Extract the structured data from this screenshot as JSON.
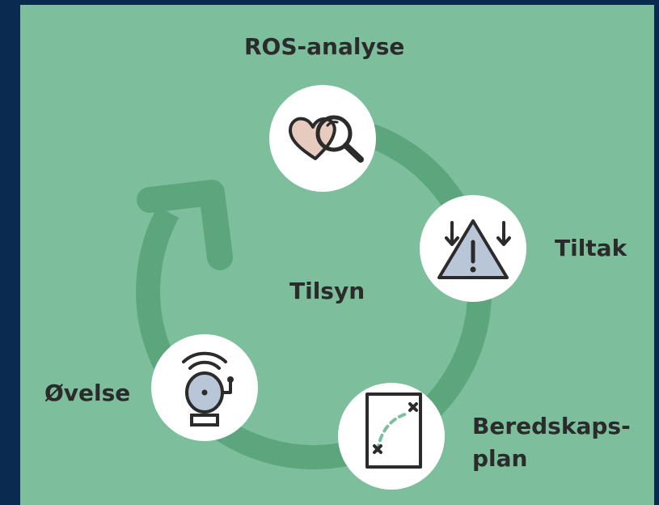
{
  "diagram": {
    "center_label": "Tilsyn",
    "steps": [
      {
        "label": "ROS-analyse",
        "icon": "heart-magnifier-icon"
      },
      {
        "label": "Tiltak",
        "icon": "warning-triangle-arrows-icon"
      },
      {
        "label_line1": "Beredskaps-",
        "label_line2": "plan",
        "icon": "plan-map-icon"
      },
      {
        "label": "Øvelse",
        "icon": "alarm-bell-icon"
      }
    ],
    "colors": {
      "background": "#0b2a4f",
      "panel": "#7dbf9c",
      "cycle_arrow": "#5da67d",
      "node_fill": "#ffffff",
      "icon_fill": "#e8cbbf",
      "icon_fill_blue": "#b9c6d8",
      "text": "#2b2b2b"
    }
  }
}
